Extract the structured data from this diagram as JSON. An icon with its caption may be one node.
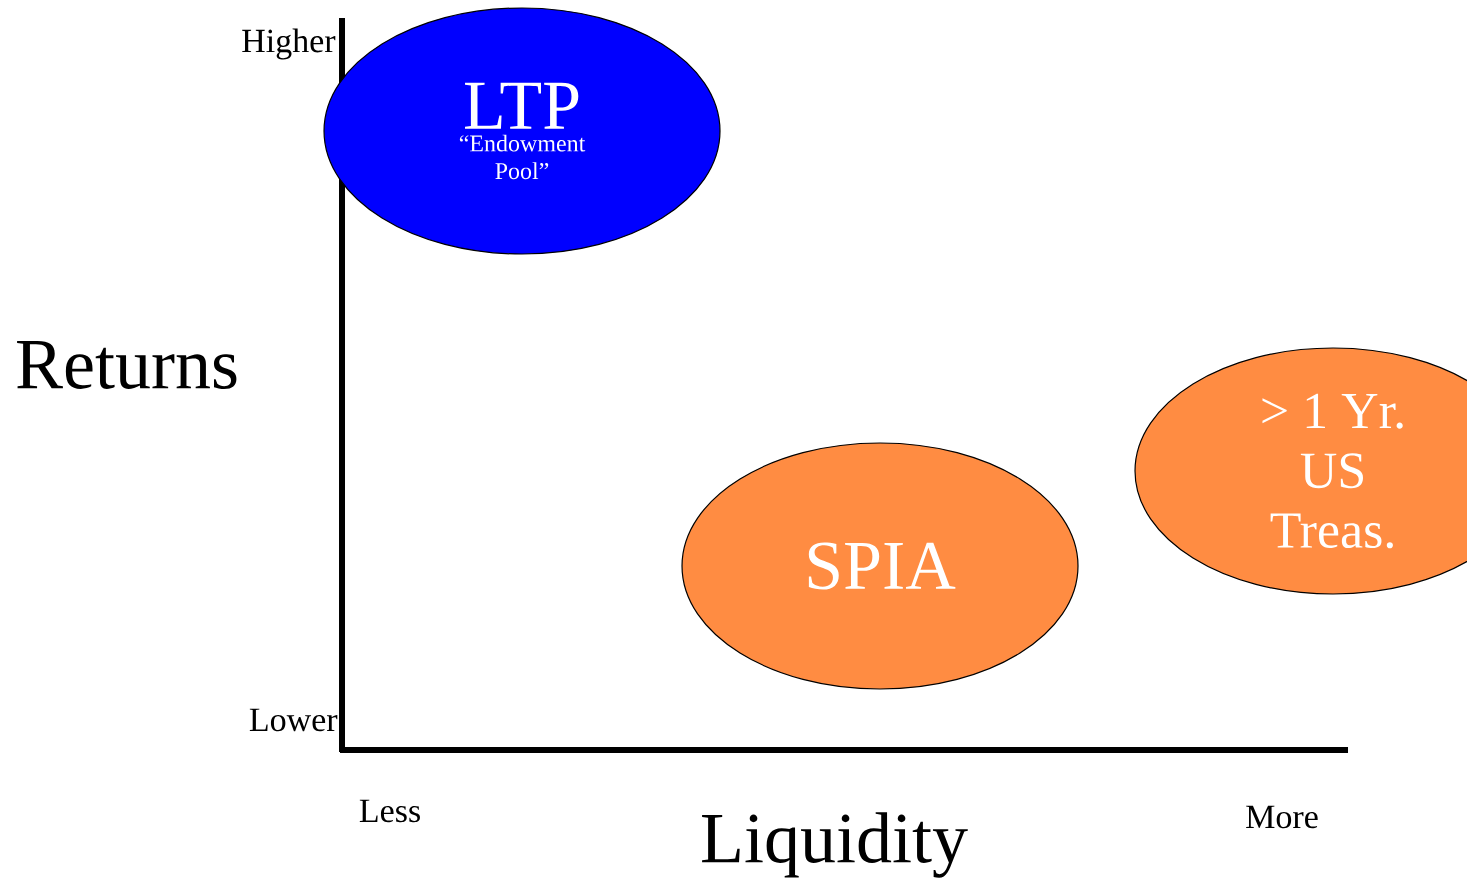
{
  "diagram": {
    "nodes": [
      {
        "text": [
          "LTP",
          "“Endowment Pool”"
        ]
      },
      {
        "text": [
          "SPIA"
        ]
      },
      {
        "text": [
          "> 1 Yr. US Treas."
        ]
      }
    ],
    "labels": [
      "Higher",
      "Returns",
      "Lower",
      "Less",
      "More",
      "Liquidity"
    ]
  }
}
